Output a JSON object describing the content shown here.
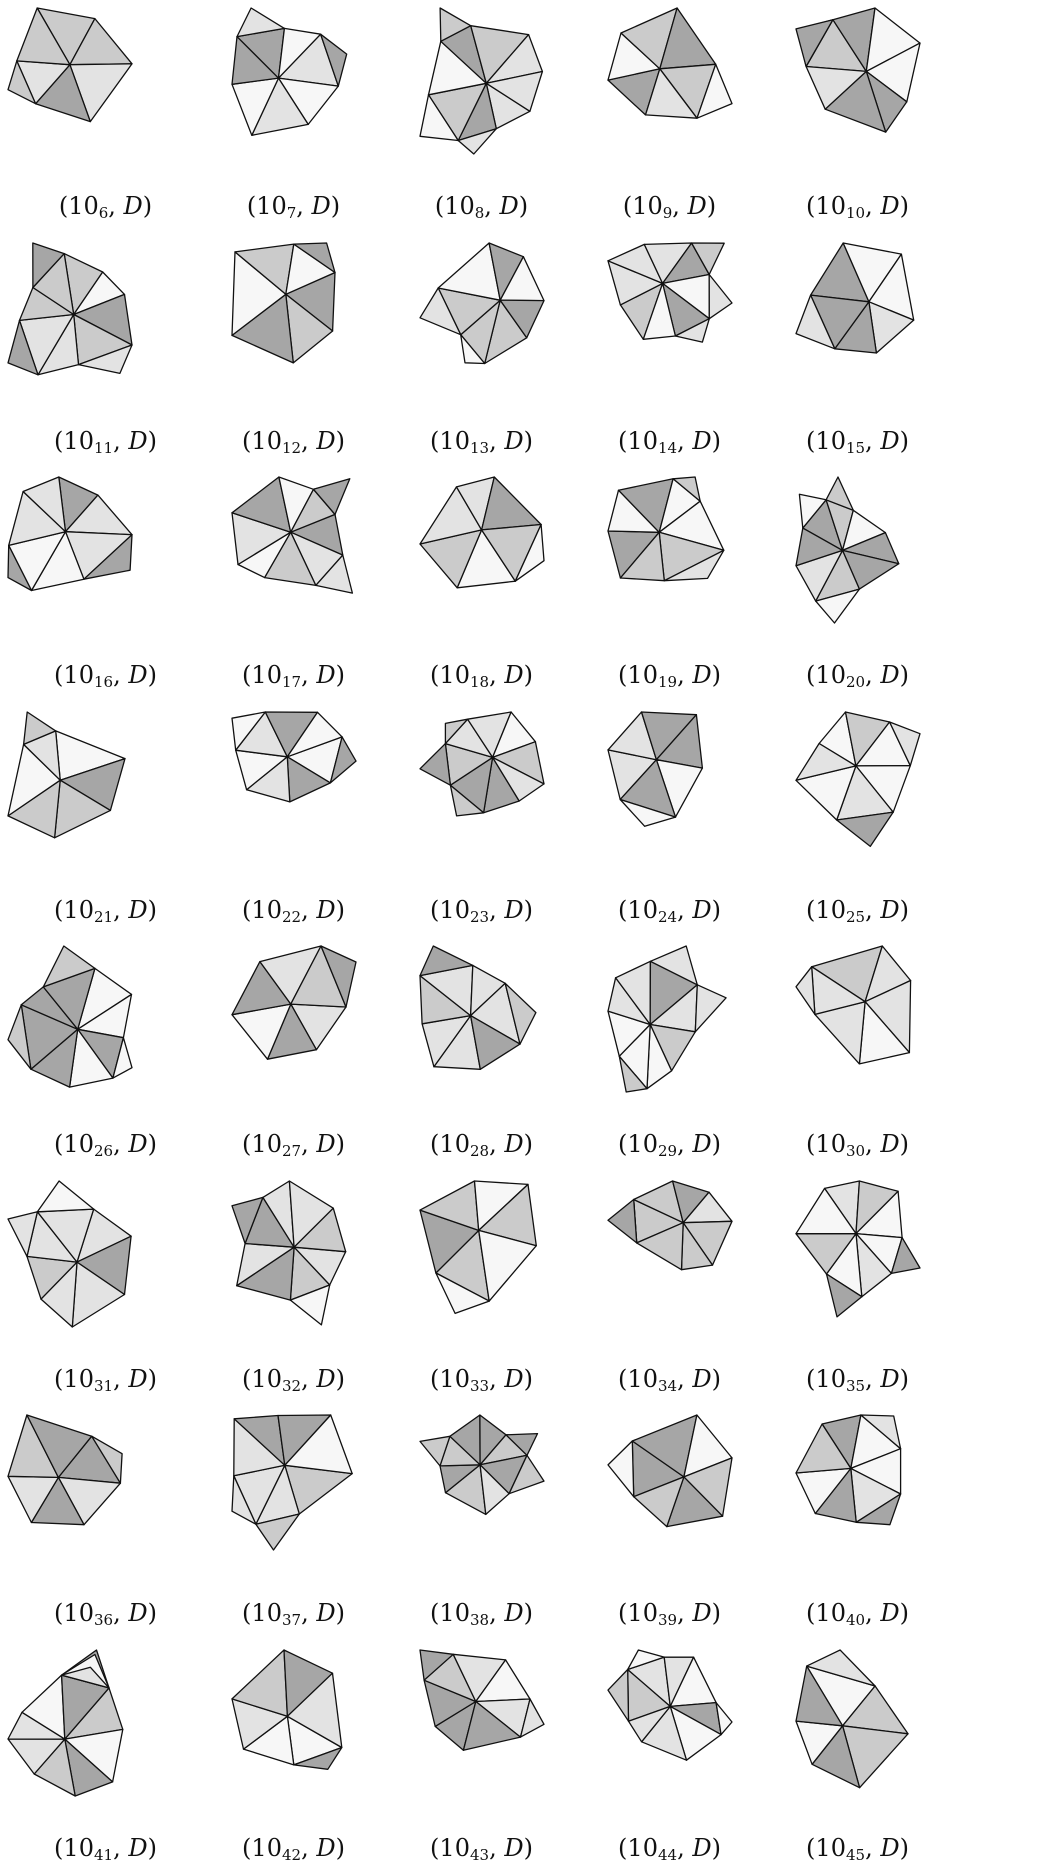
{
  "caption_suffix": "D",
  "shades": {
    "white": "#f7f7f7",
    "light": "#e3e3e3",
    "mid": "#cbcbcb",
    "dark": "#a6a6a6",
    "edge": "#111111"
  },
  "figures": [
    {
      "number": "10",
      "index": "6"
    },
    {
      "number": "10",
      "index": "7"
    },
    {
      "number": "10",
      "index": "8"
    },
    {
      "number": "10",
      "index": "9"
    },
    {
      "number": "10",
      "index": "10"
    },
    {
      "number": "10",
      "index": "11"
    },
    {
      "number": "10",
      "index": "12"
    },
    {
      "number": "10",
      "index": "13"
    },
    {
      "number": "10",
      "index": "14"
    },
    {
      "number": "10",
      "index": "15"
    },
    {
      "number": "10",
      "index": "16"
    },
    {
      "number": "10",
      "index": "17"
    },
    {
      "number": "10",
      "index": "18"
    },
    {
      "number": "10",
      "index": "19"
    },
    {
      "number": "10",
      "index": "20"
    },
    {
      "number": "10",
      "index": "21"
    },
    {
      "number": "10",
      "index": "22"
    },
    {
      "number": "10",
      "index": "23"
    },
    {
      "number": "10",
      "index": "24"
    },
    {
      "number": "10",
      "index": "25"
    },
    {
      "number": "10",
      "index": "26"
    },
    {
      "number": "10",
      "index": "27"
    },
    {
      "number": "10",
      "index": "28"
    },
    {
      "number": "10",
      "index": "29"
    },
    {
      "number": "10",
      "index": "30"
    },
    {
      "number": "10",
      "index": "31"
    },
    {
      "number": "10",
      "index": "32"
    },
    {
      "number": "10",
      "index": "33"
    },
    {
      "number": "10",
      "index": "34"
    },
    {
      "number": "10",
      "index": "35"
    },
    {
      "number": "10",
      "index": "36"
    },
    {
      "number": "10",
      "index": "37"
    },
    {
      "number": "10",
      "index": "38"
    },
    {
      "number": "10",
      "index": "39"
    },
    {
      "number": "10",
      "index": "40"
    },
    {
      "number": "10",
      "index": "41"
    },
    {
      "number": "10",
      "index": "42"
    },
    {
      "number": "10",
      "index": "43"
    },
    {
      "number": "10",
      "index": "44"
    },
    {
      "number": "10",
      "index": "45"
    }
  ]
}
